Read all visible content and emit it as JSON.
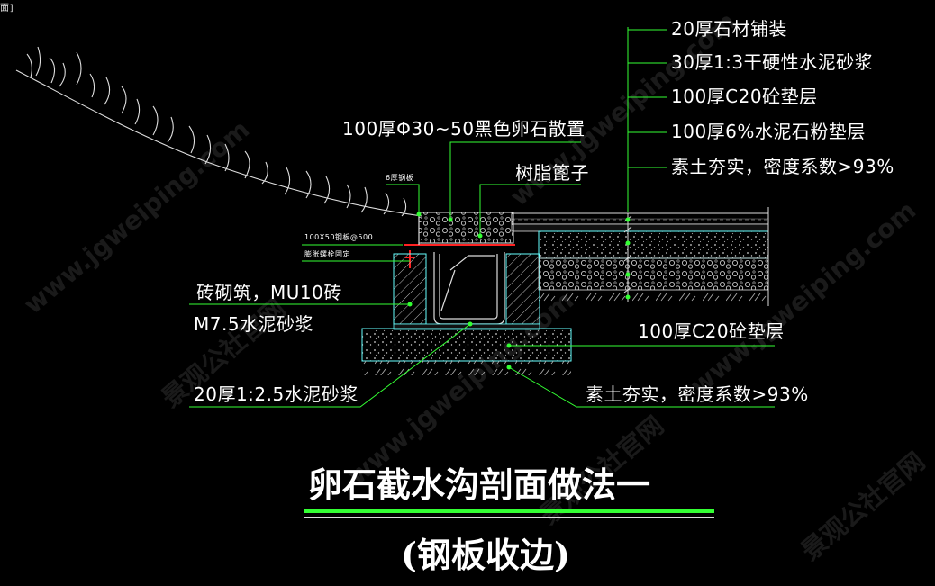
{
  "corner_text": "面]",
  "watermark": {
    "url": "www.jgweiping.com",
    "cn": "景观公社官网"
  },
  "callouts_right": [
    "20厚石材铺装",
    "30厚1:3干硬性水泥砂浆",
    "100厚C20砼垫层",
    "100厚6%水泥石粉垫层",
    "素土夯实，密度系数>93%"
  ],
  "labels": {
    "pebbles": "100厚Φ30~50黑色卵石散置",
    "resin_grate": "树脂篦子",
    "steel_plate": "6厚钢板",
    "angle_steel": "100X50钢板@500",
    "expansion_bolt": "膨胀螺栓固定",
    "brick": "砖砌筑，MU10砖",
    "mortar": "M7.5水泥砂浆",
    "base_concrete": "100厚C20砼垫层",
    "base_mortar": "20厚1:2.5水泥砂浆",
    "base_soil": "素土夯实，密度系数>93%"
  },
  "title": "卵石截水沟剖面做法一",
  "subtitle": "(钢板收边)",
  "colors": {
    "background": "#000000",
    "leader_line": "#33ff33",
    "title_underline": "#33ff33",
    "outline_cyan": "#66ffff",
    "steel_red": "#ff2222",
    "hatch_gray": "#bbbbbb",
    "text": "#ffffff"
  }
}
